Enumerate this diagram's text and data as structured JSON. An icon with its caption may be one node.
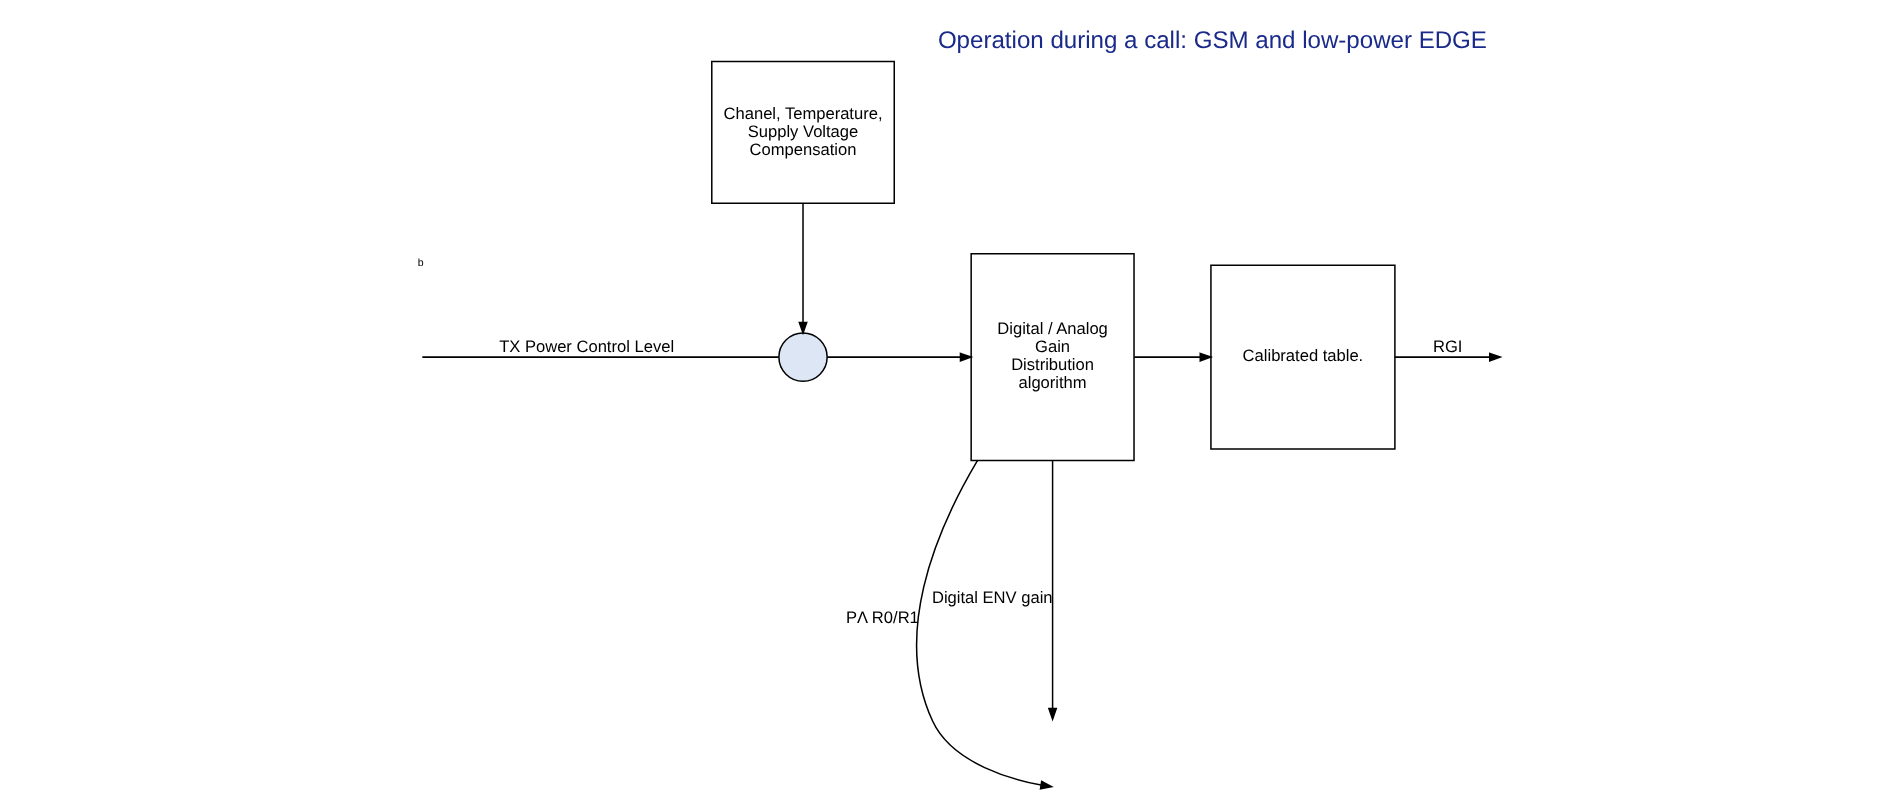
{
  "diagram": {
    "title": "Operation during a call: GSM and low-power EDGE",
    "nodes": [
      {
        "text": [
          "Chanel, Temperature, Supply Voltage Compensation"
        ]
      },
      {
        "text": [],
        "shape": "circle"
      },
      {
        "text": [
          "Digital / Analog Gain Distribution algorithm"
        ]
      },
      {
        "text": [
          "Calibrated table."
        ]
      }
    ],
    "edges": [
      {
        "from": null,
        "to": 1,
        "arrow": "none",
        "label": "TX Power Control Level"
      },
      {
        "from": 0,
        "to": 1,
        "arrow": "to"
      },
      {
        "from": 1,
        "to": 2,
        "arrow": "to"
      },
      {
        "from": 2,
        "to": null,
        "arrow": "to",
        "label": "PΛ R0/R1"
      },
      {
        "from": 2,
        "to": 3,
        "arrow": "to"
      },
      {
        "from": 3,
        "to": null,
        "arrow": "to",
        "label": "RGI"
      },
      {
        "from": 2,
        "to": null,
        "arrow": "to",
        "label": "Digital ENV gain"
      }
    ],
    "labels": [
      "b"
    ]
  }
}
